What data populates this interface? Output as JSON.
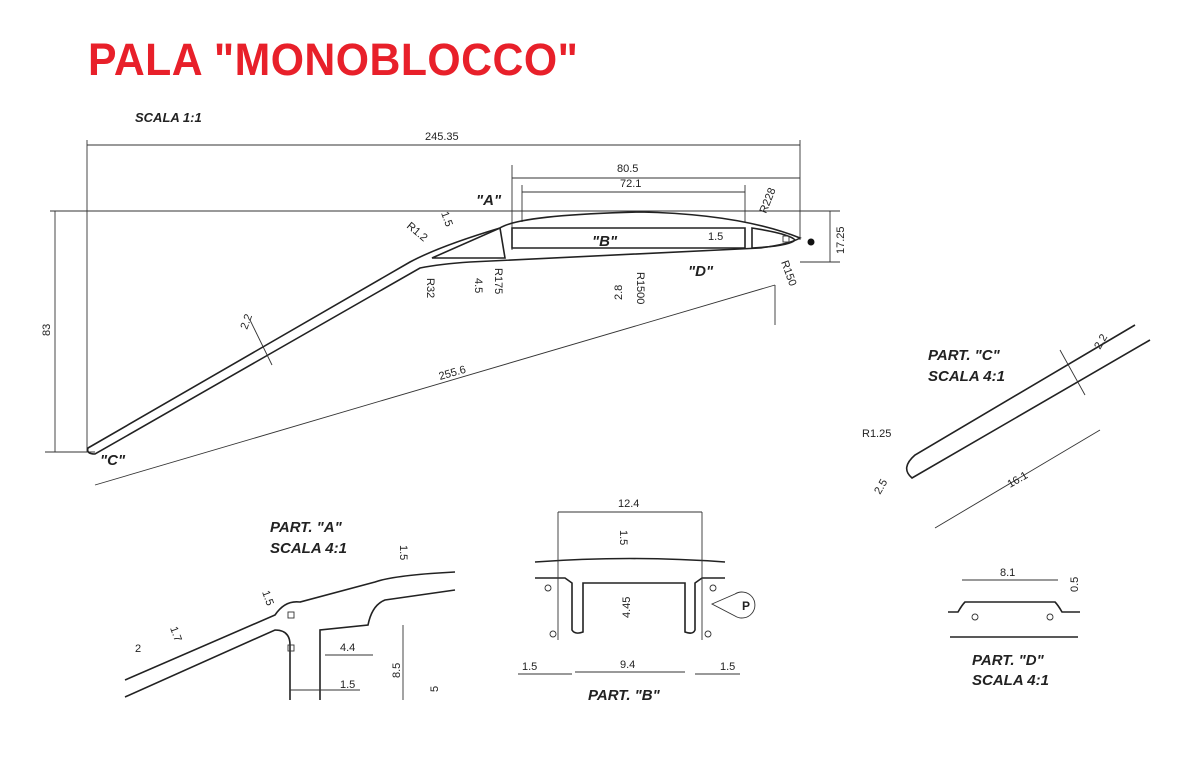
{
  "title": "PALA \"MONOBLOCCO\"",
  "main_view": {
    "scale": "SCALA 1:1",
    "labels": {
      "a": "\"A\"",
      "b": "\"B\"",
      "c": "\"C\"",
      "d": "\"D\""
    },
    "dims": {
      "overall_length": "245.35",
      "chord": "80.5",
      "inner": "72.1",
      "height": "83",
      "thickness": "17.25",
      "diagonal": "255.6",
      "wall": "2.2",
      "r228": "R228",
      "r12": "R1.2",
      "t15a": "1.5",
      "t15b": "1.5",
      "r175": "R175",
      "r32": "R32",
      "t45": "4.5",
      "t28": "2.8",
      "r1500": "R1500",
      "r150": "R150"
    }
  },
  "part_c": {
    "title": "PART. \"C\"",
    "scale": "SCALA 4:1",
    "dims": {
      "t": "2.2",
      "r": "R1.25",
      "w": "2.5",
      "len": "16.1"
    }
  },
  "part_a": {
    "title": "PART. \"A\"",
    "scale": "SCALA 4:1",
    "dims": {
      "a": "1.5",
      "b": "1.5",
      "c": "1.7",
      "d": "2",
      "e": "4.4",
      "f": "1.5",
      "g": "8.5",
      "h": "5"
    }
  },
  "part_b": {
    "title": "PART. \"B\"",
    "dims": {
      "w": "12.4",
      "t": "1.5",
      "h": "4.45",
      "inner": "9.4",
      "l": "1.5",
      "r": "1.5"
    },
    "marker": "P"
  },
  "part_d": {
    "title": "PART. \"D\"",
    "scale": "SCALA 4:1",
    "dims": {
      "w": "8.1",
      "h": "0.5"
    }
  }
}
